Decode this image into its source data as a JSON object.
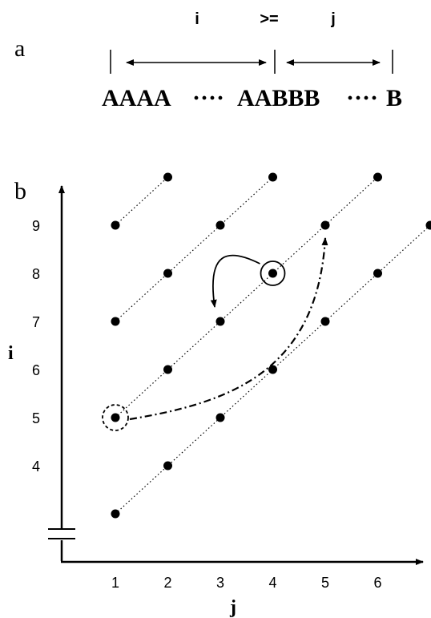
{
  "panel_a": {
    "label": "a",
    "top_labels": {
      "i": "i",
      "ge": ">=",
      "j": "j"
    },
    "sequence": {
      "a_run": "AAAA",
      "dots1": "····",
      "ab_run": "AABBB",
      "dots2": "····",
      "b_end": "B"
    }
  },
  "panel_b": {
    "label": "b",
    "y_axis_label": "i",
    "x_axis_label": "j",
    "y_ticks": [
      "4",
      "5",
      "6",
      "7",
      "8",
      "9"
    ],
    "x_ticks": [
      "1",
      "2",
      "3",
      "4",
      "5",
      "6"
    ],
    "points": [
      [
        1,
        3
      ],
      [
        2,
        4
      ],
      [
        3,
        5
      ],
      [
        4,
        6
      ],
      [
        5,
        7
      ],
      [
        6,
        8
      ],
      [
        7,
        9
      ],
      [
        1,
        5
      ],
      [
        2,
        6
      ],
      [
        3,
        7
      ],
      [
        4,
        8
      ],
      [
        5,
        9
      ],
      [
        6,
        10
      ],
      [
        1,
        7
      ],
      [
        2,
        8
      ],
      [
        3,
        9
      ],
      [
        4,
        10
      ],
      [
        1,
        9
      ],
      [
        2,
        10
      ]
    ],
    "diagonals": [
      [
        [
          1,
          3
        ],
        [
          7,
          9
        ]
      ],
      [
        [
          1,
          5
        ],
        [
          6,
          10
        ]
      ],
      [
        [
          1,
          7
        ],
        [
          4,
          10
        ]
      ],
      [
        [
          1,
          9
        ],
        [
          2,
          10
        ]
      ]
    ],
    "circled_solid": [
      4,
      8
    ],
    "circled_dashed": [
      1,
      5
    ],
    "arrow_solid": {
      "from": [
        4,
        8
      ],
      "to": [
        3,
        7
      ]
    },
    "arrow_dashdot": {
      "from": [
        1,
        5
      ],
      "to": [
        5,
        9
      ]
    }
  }
}
